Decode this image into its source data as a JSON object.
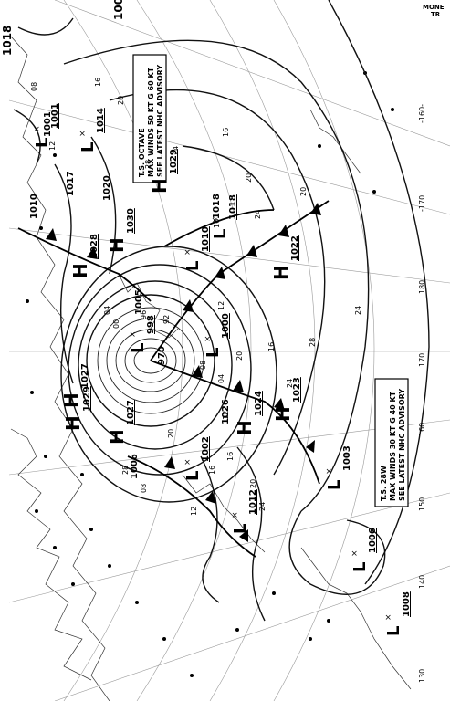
{
  "advisories": [
    {
      "storm": "T.S. OCTAVE",
      "line2": "MAX WINDS 50 KT G 60 KT",
      "line3": "SEE LATEST NHC ADVISORY"
    },
    {
      "storm": "T.S. 28W",
      "line2": "MAX WINDS 30 KT G 40 KT",
      "line3": "SEE LATEST NHC ADVISORY"
    }
  ],
  "pressure_systems": [
    {
      "type": "H",
      "value": "1029"
    },
    {
      "type": "H",
      "value": "1030"
    },
    {
      "type": "H",
      "value": "1028"
    },
    {
      "type": "H",
      "value": "1027"
    },
    {
      "type": "H",
      "value": "1022"
    },
    {
      "type": "H",
      "value": "1023"
    },
    {
      "type": "H",
      "value": "1024"
    },
    {
      "type": "H",
      "value": "1029"
    },
    {
      "type": "H",
      "value": "1027"
    },
    {
      "type": "L",
      "value": "998"
    },
    {
      "type": "L",
      "value": "1000"
    },
    {
      "type": "L",
      "value": "1010"
    },
    {
      "type": "L",
      "value": "1014"
    },
    {
      "type": "L",
      "value": "1003"
    },
    {
      "type": "L",
      "value": "1006"
    },
    {
      "type": "L",
      "value": "1012"
    },
    {
      "type": "L",
      "value": "1008"
    },
    {
      "type": "L",
      "value": "1002"
    },
    {
      "type": "L",
      "value": "1001"
    },
    {
      "type": "L",
      "value": "1018"
    }
  ],
  "isobar_labels": [
    "16",
    "20",
    "24",
    "28",
    "12",
    "08",
    "04",
    "00",
    "96",
    "92",
    "16",
    "20",
    "24",
    "20",
    "12",
    "16",
    "08",
    "04",
    "20",
    "16",
    "24",
    "28",
    "12",
    "16",
    "20",
    "24",
    "28",
    "08",
    "12",
    "16",
    "20",
    "24"
  ],
  "unboxed_values": [
    "1005",
    "970",
    "1026",
    "1020",
    "1017",
    "1018",
    "1010",
    "1006",
    "1001"
  ],
  "longitude_labels": [
    "-160-",
    "-170",
    "180",
    "170",
    "160",
    "150",
    "140",
    "130"
  ],
  "corner_text": {
    "top_left_num": "1018",
    "top_right": "MONE",
    "top_right2": "TR",
    "top_num": "100"
  }
}
